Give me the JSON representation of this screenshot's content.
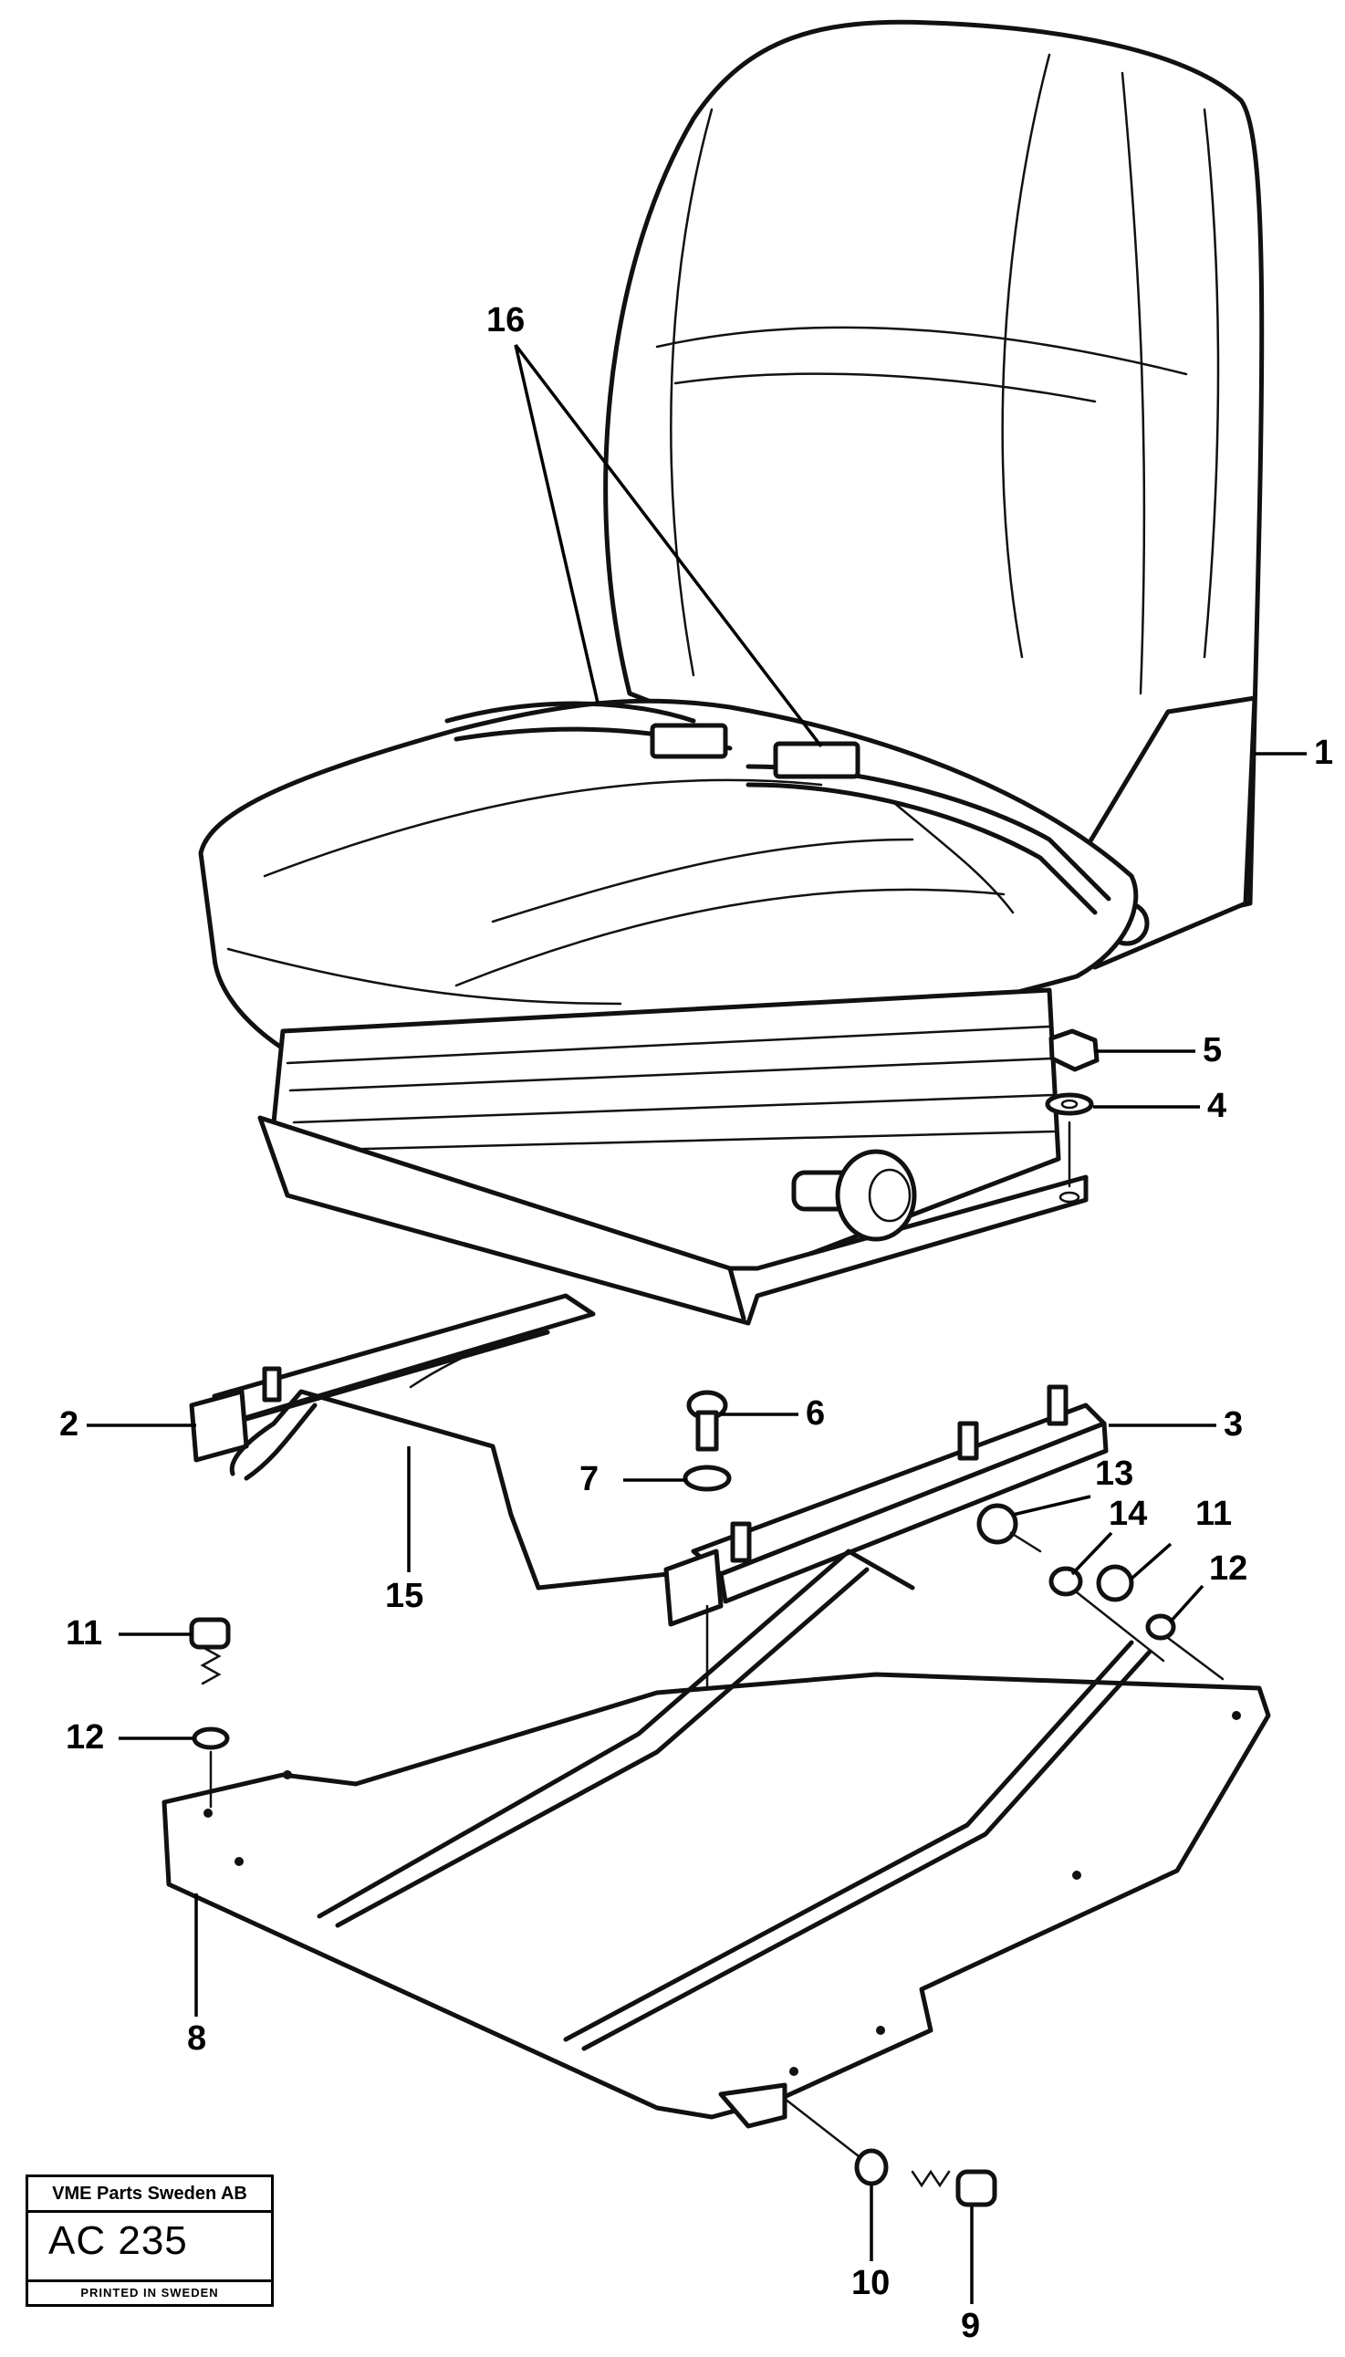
{
  "callouts": [
    {
      "id": "c1",
      "label": "1"
    },
    {
      "id": "c2",
      "label": "2"
    },
    {
      "id": "c3",
      "label": "3"
    },
    {
      "id": "c4",
      "label": "4"
    },
    {
      "id": "c5",
      "label": "5"
    },
    {
      "id": "c6",
      "label": "6"
    },
    {
      "id": "c7",
      "label": "7"
    },
    {
      "id": "c8",
      "label": "8"
    },
    {
      "id": "c9",
      "label": "9"
    },
    {
      "id": "c10",
      "label": "10"
    },
    {
      "id": "c11a",
      "label": "11"
    },
    {
      "id": "c11b",
      "label": "11"
    },
    {
      "id": "c12a",
      "label": "12"
    },
    {
      "id": "c12b",
      "label": "12"
    },
    {
      "id": "c13",
      "label": "13"
    },
    {
      "id": "c14",
      "label": "14"
    },
    {
      "id": "c15",
      "label": "15"
    },
    {
      "id": "c16",
      "label": "16"
    }
  ],
  "reference_box": {
    "company": "VME Parts Sweden AB",
    "code": "AC 235",
    "printed": "PRINTED IN SWEDEN"
  }
}
